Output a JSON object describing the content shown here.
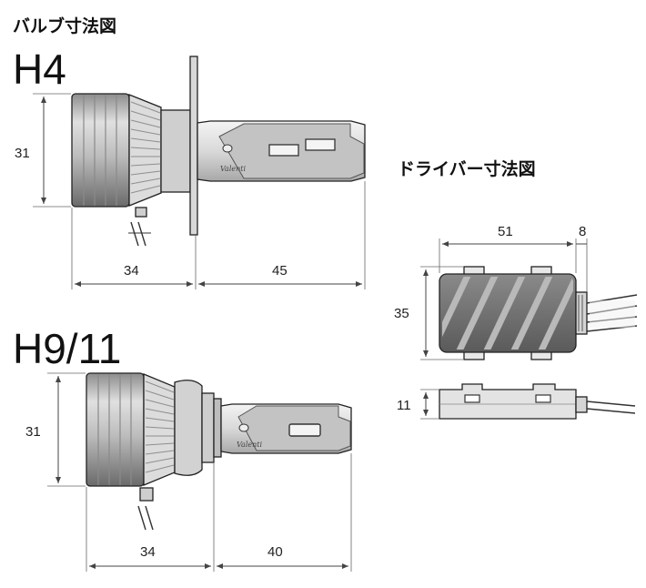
{
  "titles": {
    "bulb": "バルブ寸法図",
    "driver": "ドライバー寸法図"
  },
  "models": {
    "h4": "H4",
    "h911": "H9/11"
  },
  "brand": "Valenti",
  "dimensions": {
    "h4": {
      "height": "31",
      "base": "34",
      "led": "45"
    },
    "h911": {
      "height": "31",
      "base": "34",
      "led": "40"
    },
    "driver": {
      "width": "51",
      "connector": "8",
      "height": "35",
      "thickness": "11"
    }
  },
  "colors": {
    "ink": "#222222",
    "body_light": "#e9e9e9",
    "body_mid": "#d4d4d4",
    "body_dark": "#6e6e6e",
    "stripe": "#9a9a9a"
  }
}
